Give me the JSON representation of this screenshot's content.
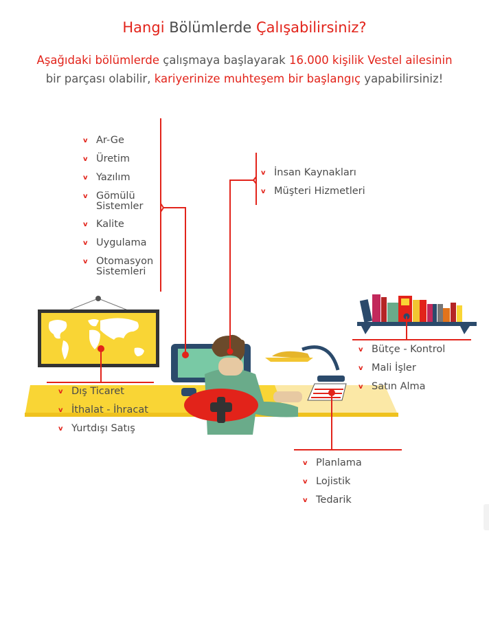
{
  "header": {
    "title_part1": "Hangi",
    "title_part2": " Bölümlerde ",
    "title_part3": "Çalışabilirsiniz?",
    "sub_red1": "Aşağıdaki bölümlerde",
    "sub_plain1": " çalışmaya başlayarak ",
    "sub_red2": "16.000 kişilik Vestel ailesinin",
    "sub_plain2": "bir parçası olabilir, ",
    "sub_red3": "kariyerinize muhteşem bir başlangıç",
    "sub_plain3": " yapabilirsiniz!"
  },
  "bullet_glyph": "v",
  "colors": {
    "accent": "#e2231a",
    "desk": "#f9d535",
    "map": "#f9d535",
    "shirt": "#6aab8a"
  },
  "groups": {
    "rnd": [
      "Ar-Ge",
      "Üretim",
      "Yazılım",
      "Gömülü Sistemler",
      "Kalite",
      "Uygulama",
      "Otomasyon Sistemleri"
    ],
    "hr": [
      "İnsan Kaynakları",
      "Müşteri Hizmetleri"
    ],
    "finance": [
      "Bütçe - Kontrol",
      "Mali İşler",
      "Satın Alma"
    ],
    "trade": [
      "Dış Ticaret",
      "İthalat - İhracat",
      "Yurtdışı Satış"
    ],
    "logistics": [
      "Planlama",
      "Lojistik",
      "Tedarik"
    ]
  }
}
